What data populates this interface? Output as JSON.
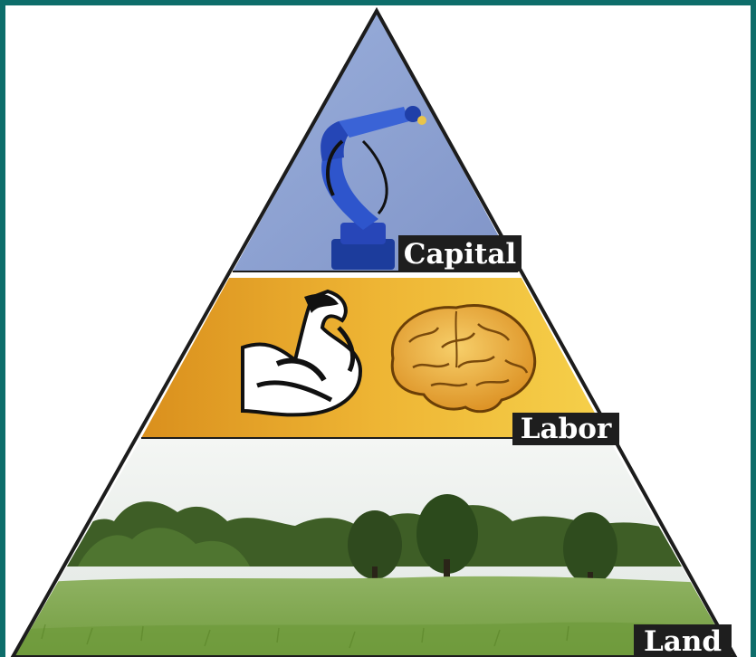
{
  "pyramid": {
    "tiers": [
      {
        "label": "Capital",
        "icon": "robot-arm-icon",
        "bg": "#8a9fd0"
      },
      {
        "label": "Labor",
        "icon": "flexed-arm-icon",
        "icon2": "brain-icon",
        "bg": "#e8a92a"
      },
      {
        "label": "Land",
        "icon": "meadow-landscape",
        "bg": "#7fa64a"
      }
    ]
  },
  "colors": {
    "border": "#0d6d6a",
    "outline": "#1c1c1c",
    "label_bg": "#1e1e1e",
    "label_text": "#ffffff"
  }
}
